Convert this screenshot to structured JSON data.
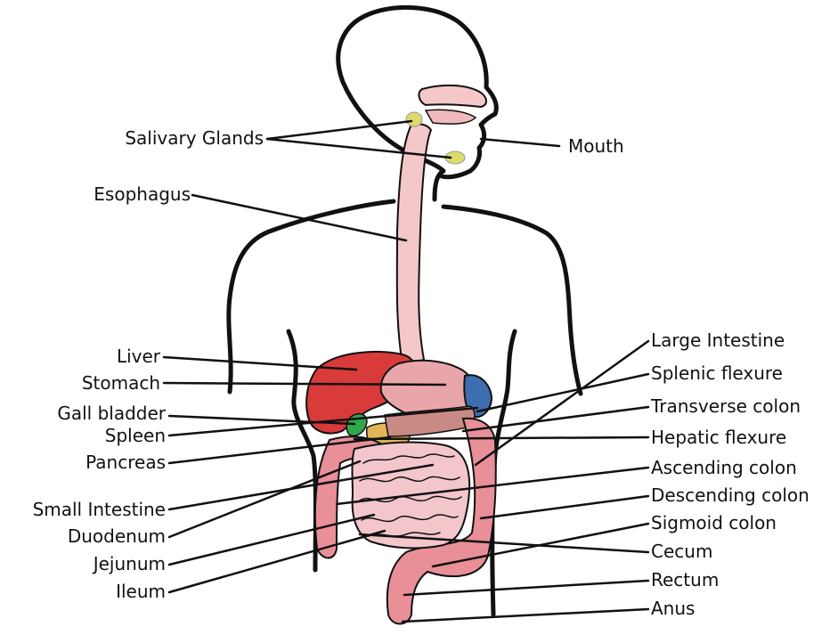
{
  "diagram": {
    "colors": {
      "outline": "#111111",
      "esophagus": "#f4c7c9",
      "liver": "#d93a3a",
      "stomach": "#e9a6aa",
      "spleen": "#3d6fb0",
      "gall_bladder": "#2fa84a",
      "pancreas": "#e2b55a",
      "intestine": "#e88f98",
      "small_intestine": "#f3c6cc",
      "salivary_glands": "#dcdc6a",
      "leader_lines": "#111111"
    },
    "labels_left": [
      "Salivary Glands",
      "Esophagus",
      "Liver",
      "Stomach",
      "Gall bladder",
      "Spleen",
      "Pancreas",
      "Small Intestine",
      "Duodenum",
      "Jejunum",
      "Ileum"
    ],
    "labels_right": [
      "Mouth",
      "Large Intestine",
      "Splenic flexure",
      "Transverse colon",
      "Hepatic flexure",
      "Ascending colon",
      "Descending colon",
      "Sigmoid colon",
      "Cecum",
      "Rectum",
      "Anus"
    ]
  }
}
